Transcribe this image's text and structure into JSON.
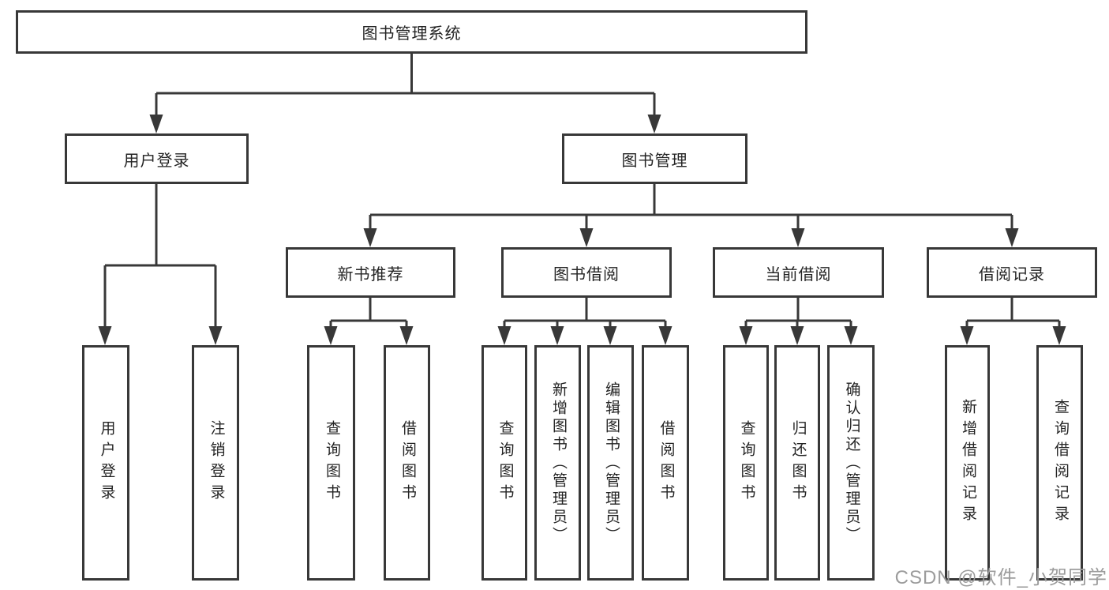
{
  "colors": {
    "line": "#383838",
    "box_border": "#383838",
    "text": "#242424",
    "background": "#ffffff",
    "watermark": "#9c9c9c"
  },
  "diagram": {
    "root": {
      "label": "图书管理系统"
    },
    "level1": {
      "user_login": {
        "label": "用户登录"
      },
      "book_mgmt": {
        "label": "图书管理"
      }
    },
    "level2": {
      "new_books": {
        "label": "新书推荐"
      },
      "book_borrow": {
        "label": "图书借阅"
      },
      "current_borrow": {
        "label": "当前借阅"
      },
      "borrow_records": {
        "label": "借阅记录"
      }
    },
    "leaves": {
      "user_login": [
        "用户登录",
        "注销登录"
      ],
      "new_books": [
        "查询图书",
        "借阅图书"
      ],
      "book_borrow": [
        "查询图书",
        "新增图书（管理员）",
        "编辑图书（管理员）",
        "借阅图书"
      ],
      "current_borrow": [
        "查询图书",
        "归还图书",
        "确认归还（管理员）"
      ],
      "borrow_records": [
        "新增借阅记录",
        "查询借阅记录"
      ]
    }
  },
  "watermark": {
    "text": "CSDN @软件_小贺同学"
  }
}
